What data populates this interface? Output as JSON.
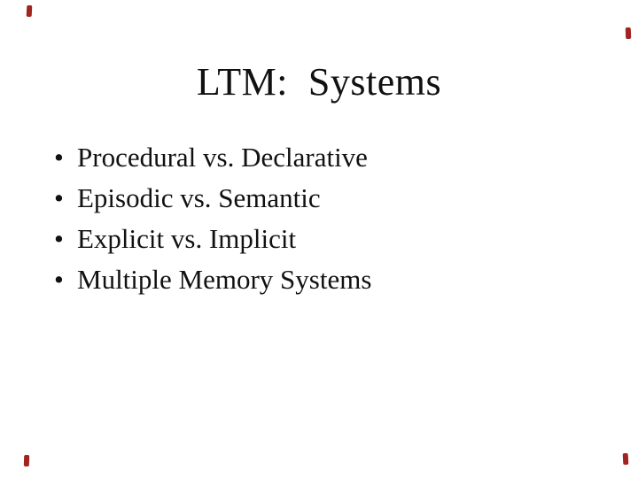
{
  "slide": {
    "title": "LTM:  Systems",
    "bullet_char": "•",
    "bullets": [
      {
        "text": "Procedural vs. Declarative"
      },
      {
        "text": "Episodic vs. Semantic"
      },
      {
        "text": "Explicit vs. Implicit"
      },
      {
        "text": "Multiple Memory Systems"
      }
    ],
    "colors": {
      "background": "#ffffff",
      "text": "#111111",
      "corner_marks": "#a12420"
    }
  }
}
